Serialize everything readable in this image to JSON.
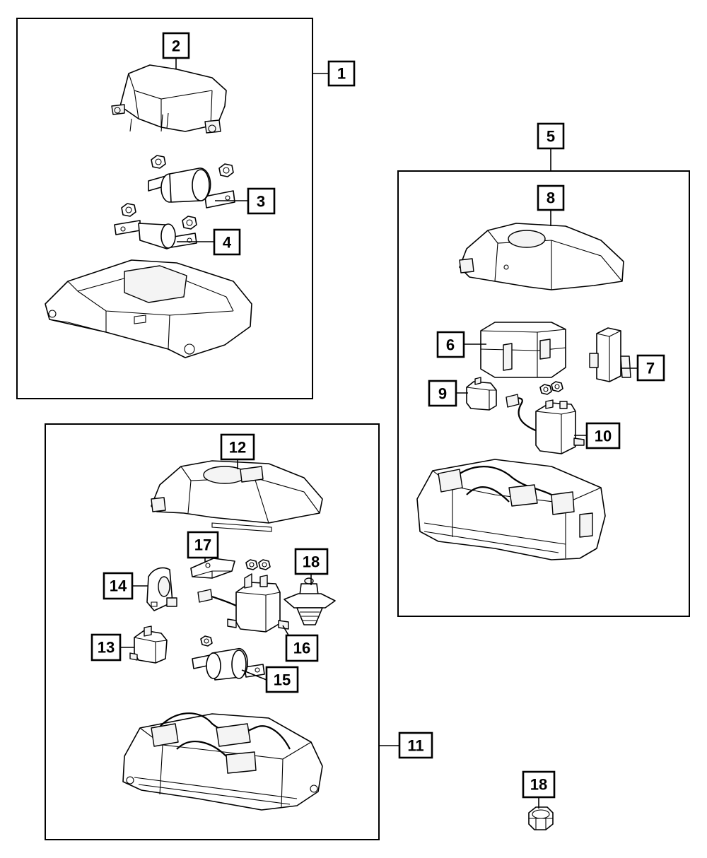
{
  "callouts": {
    "c1": "1",
    "c2": "2",
    "c3": "3",
    "c4": "4",
    "c5": "5",
    "c6": "6",
    "c7": "7",
    "c8": "8",
    "c9": "9",
    "c10": "10",
    "c11": "11",
    "c12": "12",
    "c13": "13",
    "c14": "14",
    "c15": "15",
    "c16": "16",
    "c17": "17",
    "c18a": "18",
    "c18b": "18"
  },
  "colors": {
    "line": "#000000",
    "background": "#ffffff"
  }
}
